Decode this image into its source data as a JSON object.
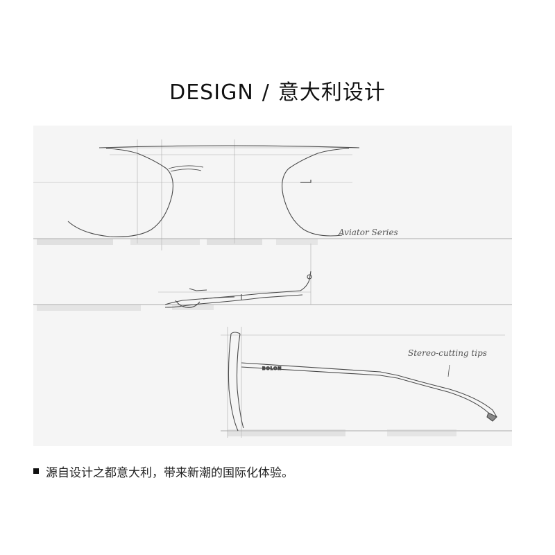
{
  "header": {
    "title_en": "DESIGN",
    "separator": "/",
    "title_cn": "意大利设计"
  },
  "sketch": {
    "annotation_series": "Aviator Series",
    "annotation_tips": "Stereo-cutting tips",
    "brand": "BOLON",
    "background_color": "#f3f3f3",
    "line_color": "#4a4a4a"
  },
  "caption": {
    "bullet_icon": "square-bullet-icon",
    "text": "源自设计之都意大利，带来新潮的国际化体验。"
  }
}
